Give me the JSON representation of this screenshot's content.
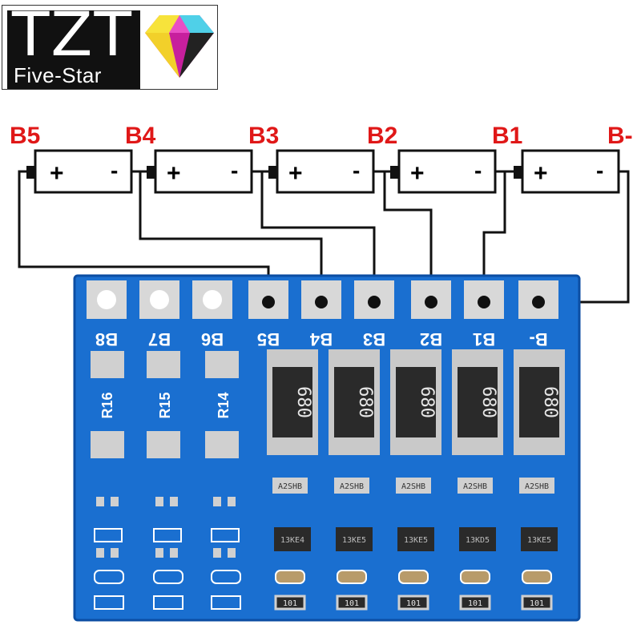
{
  "logo": {
    "brand": "TZT",
    "tagline": "Five-Star",
    "gem_icon": "diamond-icon"
  },
  "terminals": [
    "B5",
    "B4",
    "B3",
    "B2",
    "B1",
    "B-"
  ],
  "cells": [
    {
      "plus": "+",
      "minus": "-"
    },
    {
      "plus": "+",
      "minus": "-"
    },
    {
      "plus": "+",
      "minus": "-"
    },
    {
      "plus": "+",
      "minus": "-"
    },
    {
      "plus": "+",
      "minus": "-"
    }
  ],
  "board": {
    "color": "#1a6fd0",
    "pads": [
      "B8",
      "B7",
      "B6",
      "B5",
      "B4",
      "B3",
      "B2",
      "B1",
      "B-"
    ],
    "resistor_labels": [
      "R16",
      "R15",
      "R14"
    ],
    "shunts": [
      "680",
      "680",
      "680",
      "680",
      "680"
    ],
    "ic_marks": [
      "A2SHB",
      "A2SHB",
      "A2SHB",
      "A2SHB",
      "A2SHB"
    ],
    "chip_marks": [
      "13KE4",
      "13KE5",
      "13KE5",
      "13KD5",
      "13KE5"
    ],
    "small_res": [
      "101",
      "101",
      "101",
      "101",
      "101"
    ],
    "colors": {
      "text_white": "#ffffff",
      "label_red": "#e01818",
      "pad_silver": "#d8d8d8"
    }
  }
}
